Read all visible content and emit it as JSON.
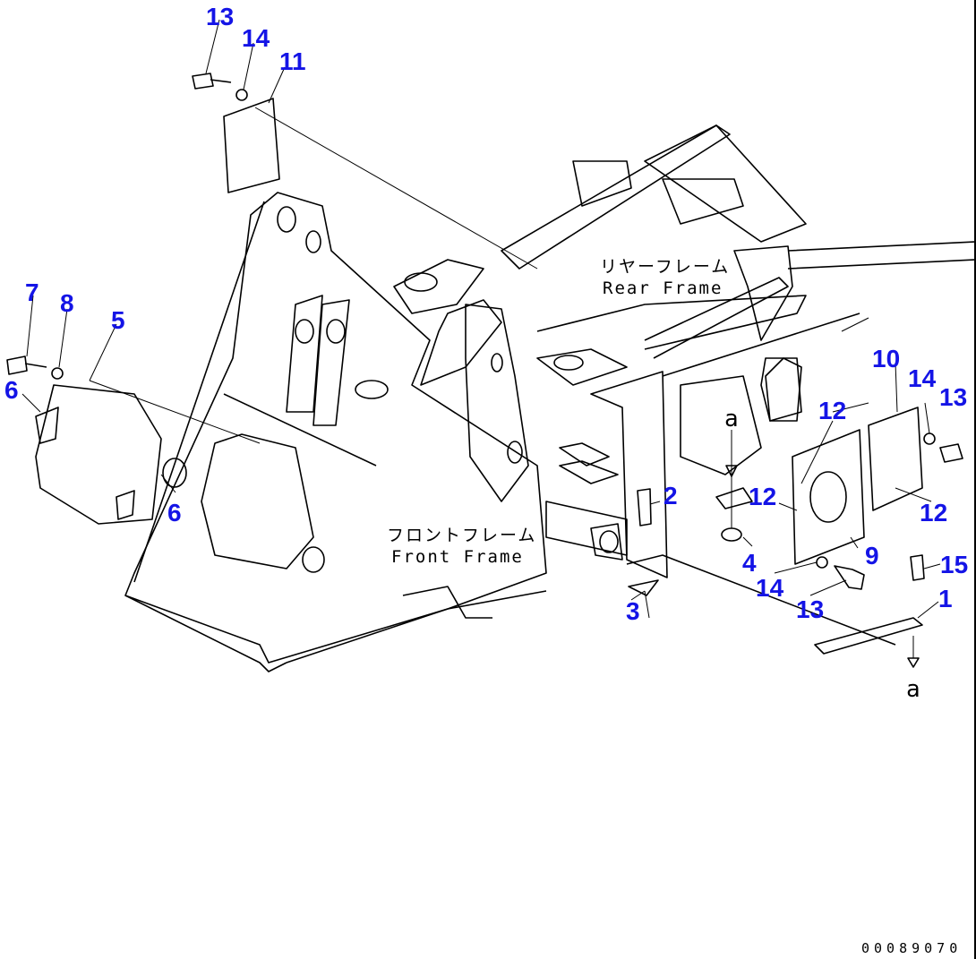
{
  "diagram": {
    "callouts": [
      "13",
      "14",
      "11",
      "7",
      "8",
      "5",
      "6",
      "6",
      "2",
      "12",
      "10",
      "14",
      "13",
      "12",
      "12",
      "9",
      "4",
      "14",
      "15",
      "13",
      "1",
      "3"
    ],
    "view_marker": "a",
    "rear_frame_jp": "リヤーフレーム",
    "rear_frame_en": "Rear Frame",
    "front_frame_jp": "フロントフレーム",
    "front_frame_en": "Front Frame",
    "drawing_code": "00089070",
    "callout_color": "#1414e6"
  }
}
